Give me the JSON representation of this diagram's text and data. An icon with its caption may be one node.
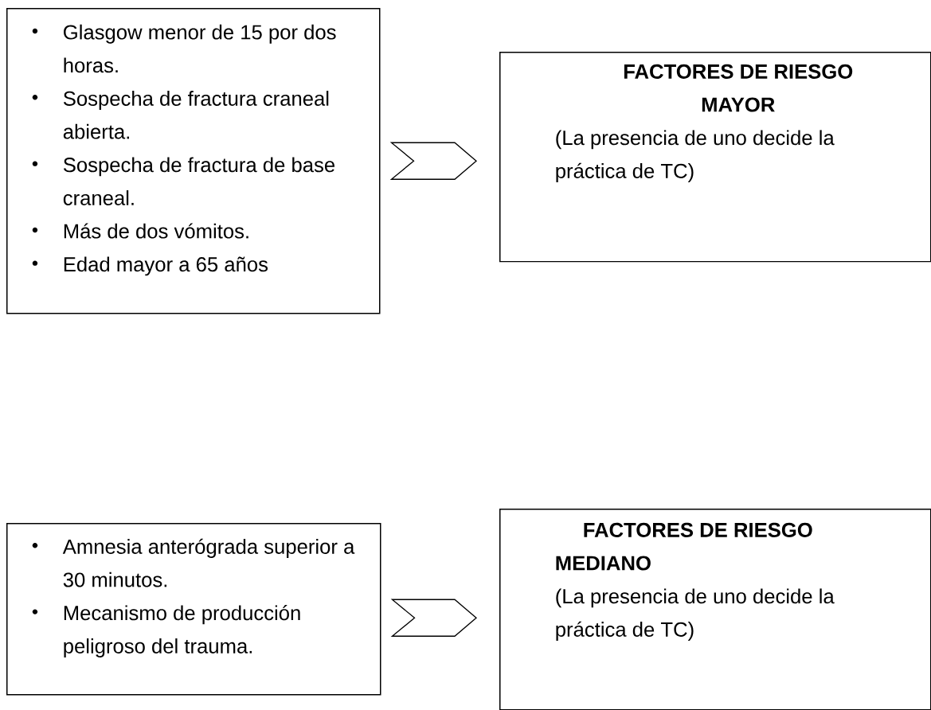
{
  "diagram": {
    "nodes": [
      {
        "text": [
          "Glasgow menor de 15 por dos horas.",
          "Sospecha de fractura craneal abierta.",
          "Sospecha de fractura de base craneal.",
          "Más de dos vómitos.",
          "Edad mayor a 65 años"
        ]
      },
      {
        "text": [
          "FACTORES DE RIESGO MAYOR",
          "(La presencia de uno decide la práctica de TC)"
        ]
      },
      {
        "text": [
          "Amnesia anterógrada superior a 30 minutos.",
          "Mecanismo de producción peligroso del trauma."
        ]
      },
      {
        "text": [
          "FACTORES DE RIESGO MEDIANO",
          "(La presencia de uno decide la práctica de TC)"
        ]
      }
    ],
    "edges": [
      {
        "from": 0,
        "to": 1,
        "arrow": "to"
      },
      {
        "from": 2,
        "to": 3,
        "arrow": "to"
      }
    ]
  }
}
